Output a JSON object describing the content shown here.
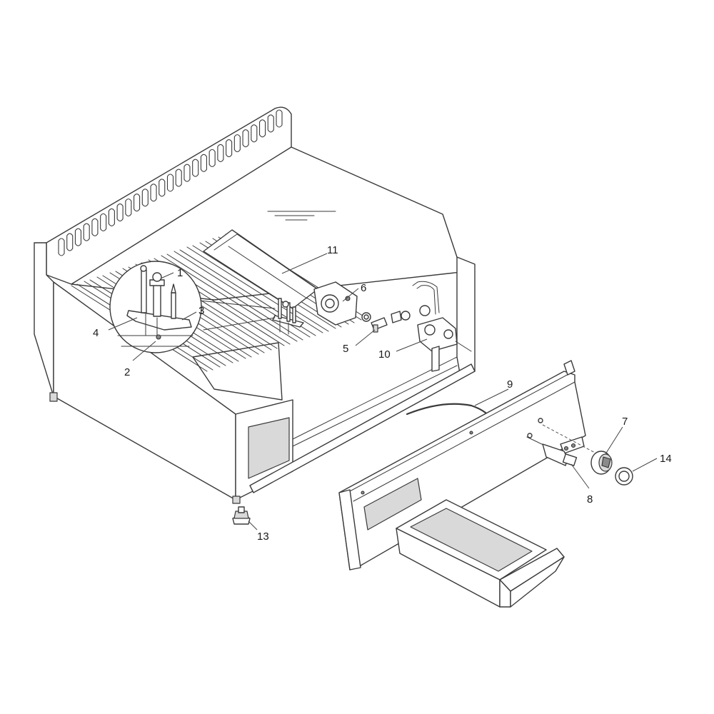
{
  "callouts": [
    {
      "id": "1",
      "label": "1"
    },
    {
      "id": "2",
      "label": "2"
    },
    {
      "id": "3",
      "label": "3"
    },
    {
      "id": "4",
      "label": "4"
    },
    {
      "id": "5",
      "label": "5"
    },
    {
      "id": "6",
      "label": "6"
    },
    {
      "id": "7",
      "label": "7"
    },
    {
      "id": "8",
      "label": "8"
    },
    {
      "id": "9",
      "label": "9"
    },
    {
      "id": "10",
      "label": "10"
    },
    {
      "id": "11",
      "label": "11"
    },
    {
      "id": "13",
      "label": "13"
    },
    {
      "id": "14",
      "label": "14"
    }
  ],
  "colors": {
    "line": "#3a3a3a",
    "fill": "#ffffff",
    "shade": "#d9d9d9",
    "dark": "#8a8a8a"
  }
}
